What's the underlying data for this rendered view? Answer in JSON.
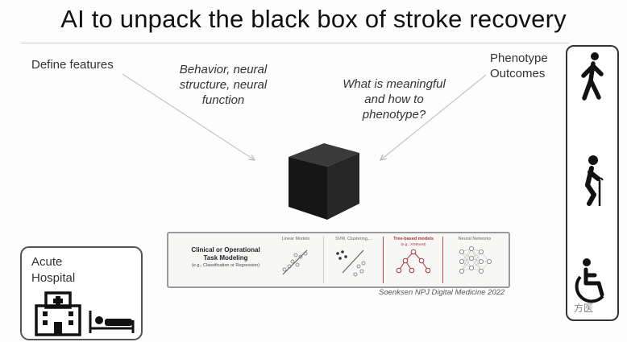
{
  "title": "AI to unpack the black box of stroke recovery",
  "labels": {
    "define_features": "Define features",
    "behavior_line1": "Behavior, neural",
    "behavior_line2": "structure, neural",
    "behavior_line3": "function",
    "meaningful_line1": "What is meaningful",
    "meaningful_line2": "and how to",
    "meaningful_line3": "phenotype?",
    "phenotype_line1": "Phenotype",
    "phenotype_line2": "Outcomes"
  },
  "model_panel": {
    "task_line1": "Clinical or Operational",
    "task_line2": "Task Modeling",
    "task_line3": "(e.g., Classification or Regression)",
    "columns": [
      {
        "heading": "Linear Models",
        "highlight": false
      },
      {
        "heading": "SVM, Clustering,...",
        "highlight": false
      },
      {
        "heading": "Tree-based models",
        "sub": "(e.g., XGBoost)",
        "highlight": true
      },
      {
        "heading": "Neural Networks",
        "highlight": false
      }
    ],
    "citation": "Soenksen NPJ Digital Medicine 2022"
  },
  "hospital": {
    "line1": "Acute",
    "line2": "Hospital"
  },
  "outcome_icons": [
    "walking-person-icon",
    "person-with-cane-icon",
    "wheelchair-icon"
  ],
  "watermark": "方医"
}
